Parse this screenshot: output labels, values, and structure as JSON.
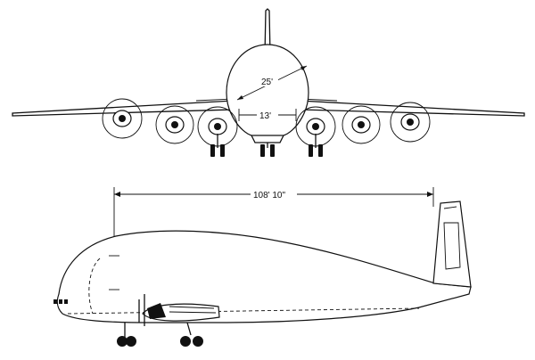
{
  "dimensions": {
    "fuselage_diameter": "25'",
    "cargo_width": "13'",
    "overall_length": "108' 10\""
  }
}
